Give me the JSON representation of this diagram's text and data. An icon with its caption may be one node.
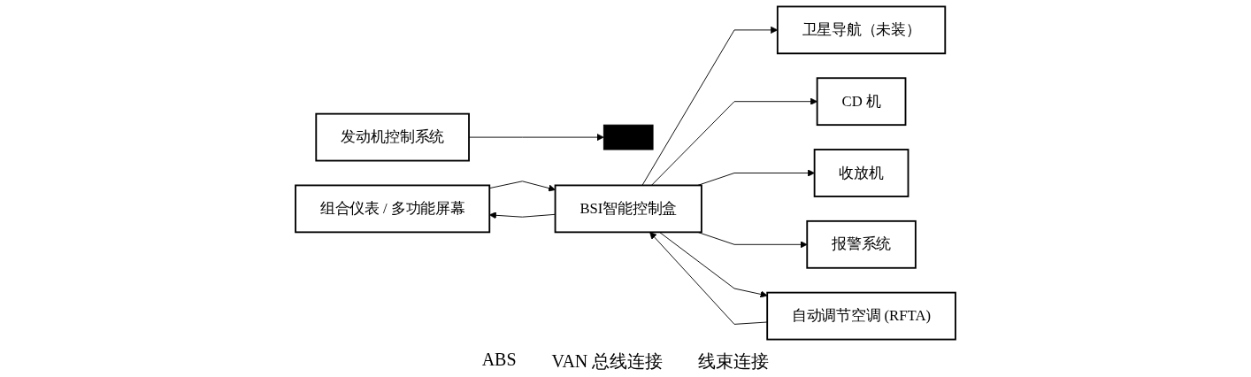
{
  "diagram": {
    "nodes": [
      {
        "text": [
          "发动机控制系统"
        ]
      },
      {
        "text": [],
        "shape": "bar"
      },
      {
        "text": [
          "卫星导航（未装）"
        ]
      },
      {
        "text": [
          "组合仪表 / 多功能屏幕"
        ]
      },
      {
        "text": [
          "CD 机"
        ]
      },
      {
        "text": [
          "BSI智能控制盒"
        ]
      },
      {
        "text": [
          "收放机"
        ]
      },
      {
        "text": [
          "报警系统"
        ]
      },
      {
        "text": [
          "自动调节空调 (RFTA)"
        ]
      }
    ],
    "edges": [
      {
        "from": 0,
        "to": 1,
        "arrow": "to"
      },
      {
        "from": 5,
        "to": 2,
        "arrow": "to"
      },
      {
        "from": 5,
        "to": 3,
        "arrow": "to"
      },
      {
        "from": 3,
        "to": 5,
        "arrow": "to"
      },
      {
        "from": 5,
        "to": 4,
        "arrow": "to"
      },
      {
        "from": 5,
        "to": 6,
        "arrow": "to"
      },
      {
        "from": 5,
        "to": 7,
        "arrow": "to"
      },
      {
        "from": 8,
        "to": 5,
        "arrow": "to"
      },
      {
        "from": 5,
        "to": 8,
        "arrow": "to"
      }
    ],
    "labels": [
      "ABS",
      "VAN 总线连接",
      "线束连接"
    ]
  }
}
